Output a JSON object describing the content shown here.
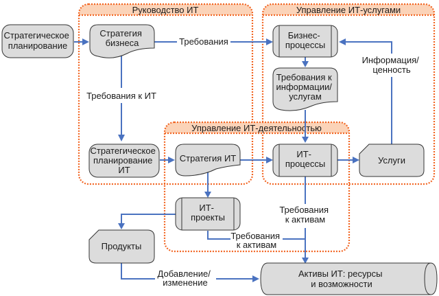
{
  "groups": {
    "governance": "Руководство ИТ",
    "service_mgmt": "Управление ИТ-услугами",
    "operations_mgmt": "Управление ИТ-деятельностью"
  },
  "nodes": {
    "strategic_planning": [
      "Стратегическое",
      "планирование"
    ],
    "business_strategy": [
      "Стратегия",
      "бизнеса"
    ],
    "it_strategic_planning": [
      "Стратегическое",
      "планирование",
      "ИТ"
    ],
    "it_strategy": [
      "Стратегия ИТ"
    ],
    "business_processes": [
      "Бизнес-",
      "процессы"
    ],
    "info_requirements": [
      "Требования к",
      "информации/",
      "услугам"
    ],
    "it_processes": [
      "ИТ-",
      "процессы"
    ],
    "services": [
      "Услуги"
    ],
    "it_projects": [
      "ИТ-",
      "проекты"
    ],
    "products": [
      "Продукты"
    ],
    "it_assets": [
      "Активы ИТ: ресурсы",
      "и возможности"
    ]
  },
  "edge_labels": {
    "requirements": [
      "Требования"
    ],
    "it_requirements": [
      "Требования к ИТ"
    ],
    "info_value": [
      "Информация/",
      "ценность"
    ],
    "asset_requirements_processes": [
      "Требования",
      "к активам"
    ],
    "asset_requirements_projects": [
      "Требования",
      "к активам"
    ],
    "add_change": [
      "Добавление/",
      "изменение"
    ]
  },
  "colors": {
    "group_border": "#f26522",
    "group_header": "#fbd3b8",
    "node_fill": "#dcdcdc",
    "edge": "#4a72c0"
  }
}
